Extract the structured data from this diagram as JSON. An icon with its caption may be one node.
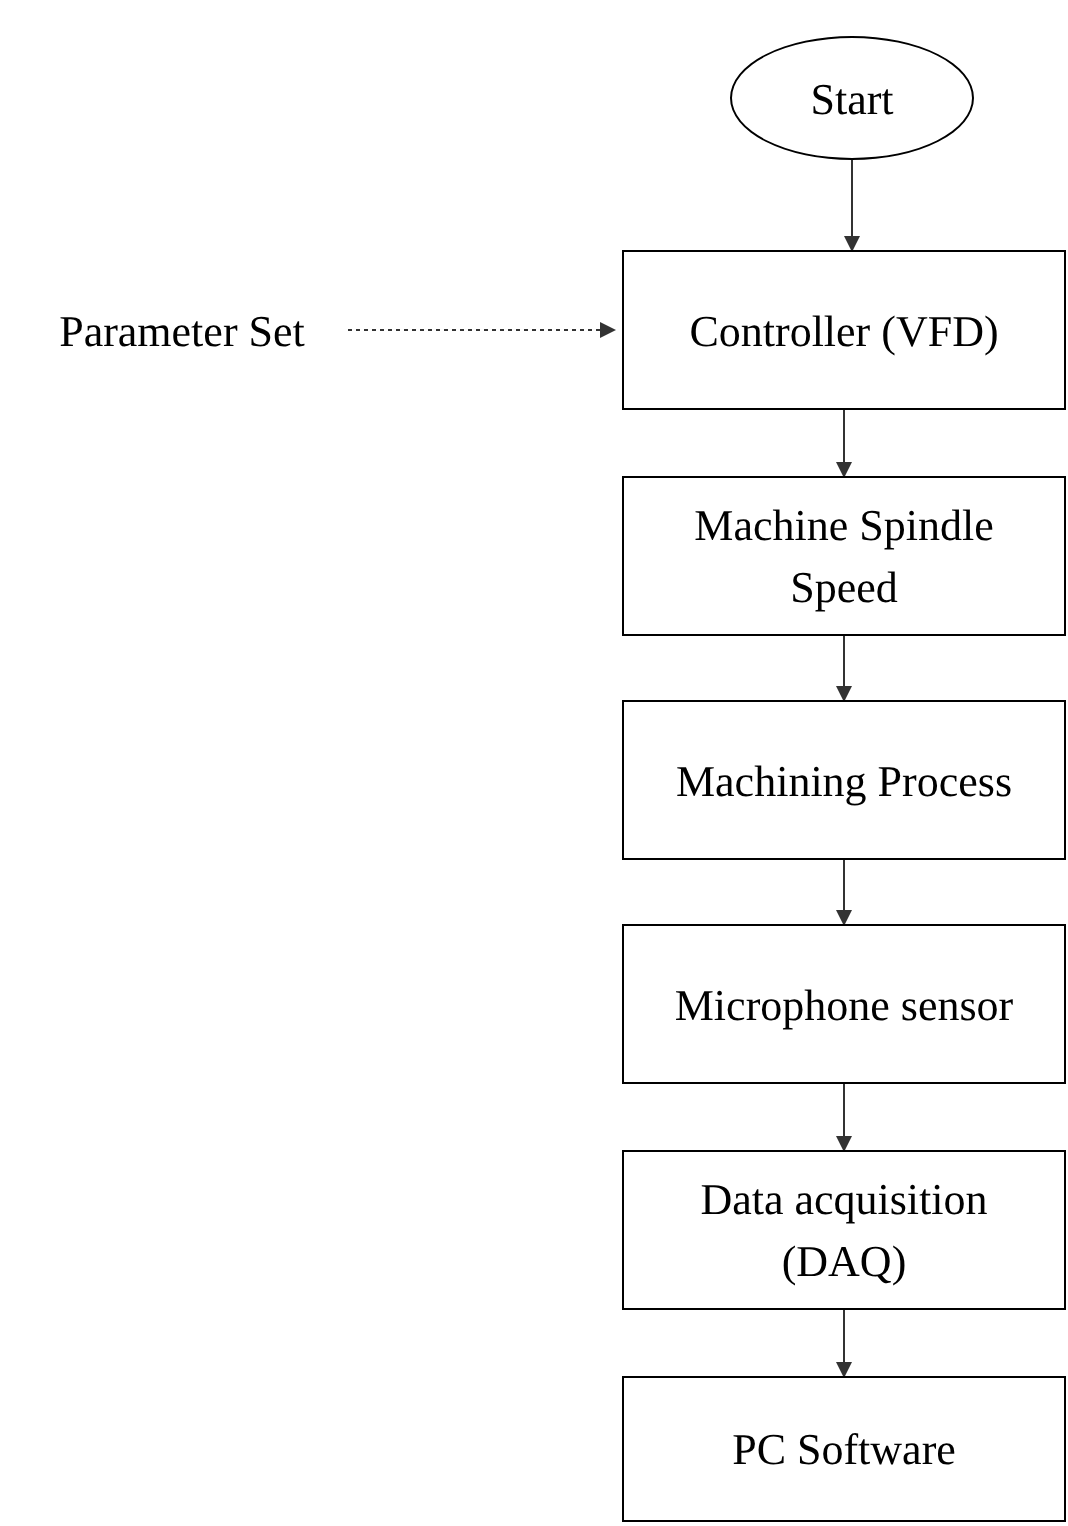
{
  "diagram": {
    "nodes": [
      {
        "text": [
          "Start"
        ]
      },
      {
        "text": [
          "Parameter Set"
        ]
      },
      {
        "text": [
          "Controller (VFD)"
        ]
      },
      {
        "text": [
          "Machine Spindle Speed"
        ]
      },
      {
        "text": [
          "Machining Process"
        ]
      },
      {
        "text": [
          "Microphone sensor"
        ]
      },
      {
        "text": [
          "Data acquisition (DAQ)"
        ]
      },
      {
        "text": [
          "PC Software"
        ]
      }
    ],
    "edges": [
      {
        "from": 0,
        "to": 2,
        "arrow": "to"
      },
      {
        "from": 1,
        "to": 2,
        "arrow": "to",
        "style": "dashed"
      },
      {
        "from": 2,
        "to": 3,
        "arrow": "to"
      },
      {
        "from": 3,
        "to": 4,
        "arrow": "to"
      },
      {
        "from": 4,
        "to": 5,
        "arrow": "to"
      },
      {
        "from": 5,
        "to": 6,
        "arrow": "to"
      },
      {
        "from": 6,
        "to": 7,
        "arrow": "to"
      }
    ]
  }
}
